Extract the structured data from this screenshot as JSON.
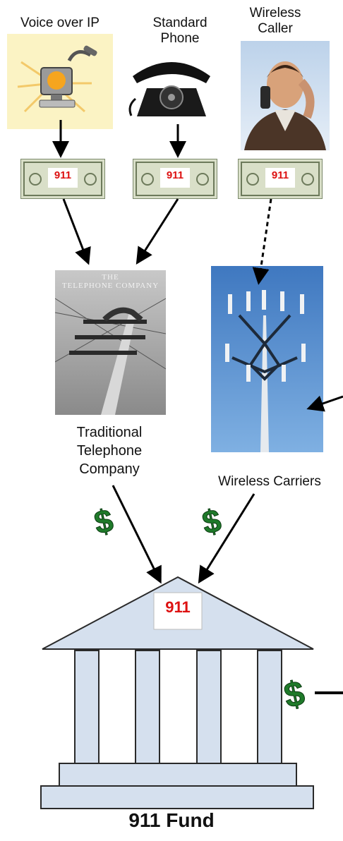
{
  "sources": {
    "voip": {
      "label": "Voice over IP"
    },
    "standard": {
      "label": "Standard\nPhone"
    },
    "wireless": {
      "label": "Wireless\nCaller"
    }
  },
  "bill_badge": "911",
  "telco_photo_caption": "THE\nTELEPHONE COMPANY",
  "telco": {
    "label": "Traditional\nTelephone\nCompany"
  },
  "carriers": {
    "label": "Wireless Carriers"
  },
  "money_symbol": "$",
  "fund": {
    "badge": "911",
    "title": "911 Fund"
  },
  "colors": {
    "arrow": "#000000",
    "money": "#1f7a2a",
    "building": "#d5e0ee",
    "building_edge": "#2a2a2a"
  }
}
